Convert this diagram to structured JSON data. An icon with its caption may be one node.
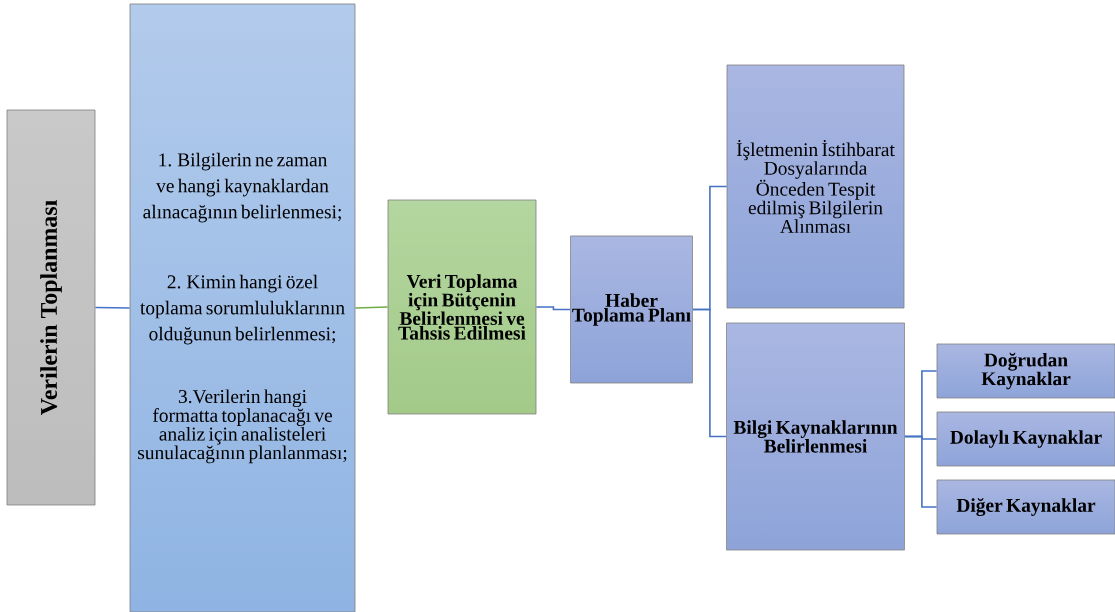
{
  "diagram": {
    "nodes": [
      {
        "text": [
          "Verilerin Toplanması"
        ]
      },
      {
        "text": [
          "1. Bilgilerin ne zaman ve hangi kaynaklardan alınacağının belirlenmesi;",
          "2. Kimin hangi özel toplama sorumluluklarının olduğunun belirlenmesi;",
          "3.Verilerin hangi formatta toplanacağı ve analiz için analisteleri sunulacağının planlanması;"
        ]
      },
      {
        "text": [
          "Veri Toplama için Bütçenin Belirlenmesi ve Tahsis Edilmesi"
        ]
      },
      {
        "text": [
          "Haber Toplama Planı"
        ]
      },
      {
        "text": [
          "İşletmenin İstihbarat Dosyalarında Önceden Tespit edilmiş Bilgilerin Alınması"
        ]
      },
      {
        "text": [
          "Bilgi Kaynaklarının Belirlenmesi"
        ]
      },
      {
        "text": [
          "Doğrudan Kaynaklar"
        ]
      },
      {
        "text": [
          "Dolaylı Kaynaklar"
        ]
      },
      {
        "text": [
          "Diğer Kaynaklar"
        ]
      }
    ],
    "edges": [
      {
        "from": 0,
        "to": 1,
        "arrow": "none"
      },
      {
        "from": 1,
        "to": 2,
        "arrow": "none",
        "color": "#70ad47"
      },
      {
        "from": 2,
        "to": 3,
        "arrow": "none"
      },
      {
        "from": 3,
        "to": 4,
        "arrow": "none"
      },
      {
        "from": 3,
        "to": 5,
        "arrow": "none"
      },
      {
        "from": 5,
        "to": 6,
        "arrow": "none"
      },
      {
        "from": 5,
        "to": 7,
        "arrow": "none"
      },
      {
        "from": 5,
        "to": 8,
        "arrow": "none"
      }
    ]
  }
}
